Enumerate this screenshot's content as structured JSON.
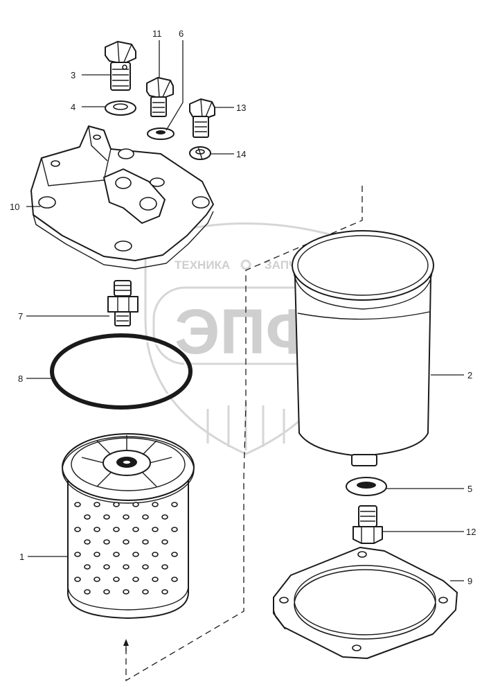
{
  "watermark": {
    "top_left": "ТЕХНИКА",
    "top_right": "ЗАПЧАСТИ",
    "logo": "ЭПФ"
  },
  "callouts": {
    "c1": "1",
    "c2": "2",
    "c3": "3",
    "c4": "4",
    "c5": "5",
    "c6": "6",
    "c7": "7",
    "c8": "8",
    "c9": "9",
    "c10": "10",
    "c11": "11",
    "c12": "12",
    "c13": "13",
    "c14": "14"
  }
}
